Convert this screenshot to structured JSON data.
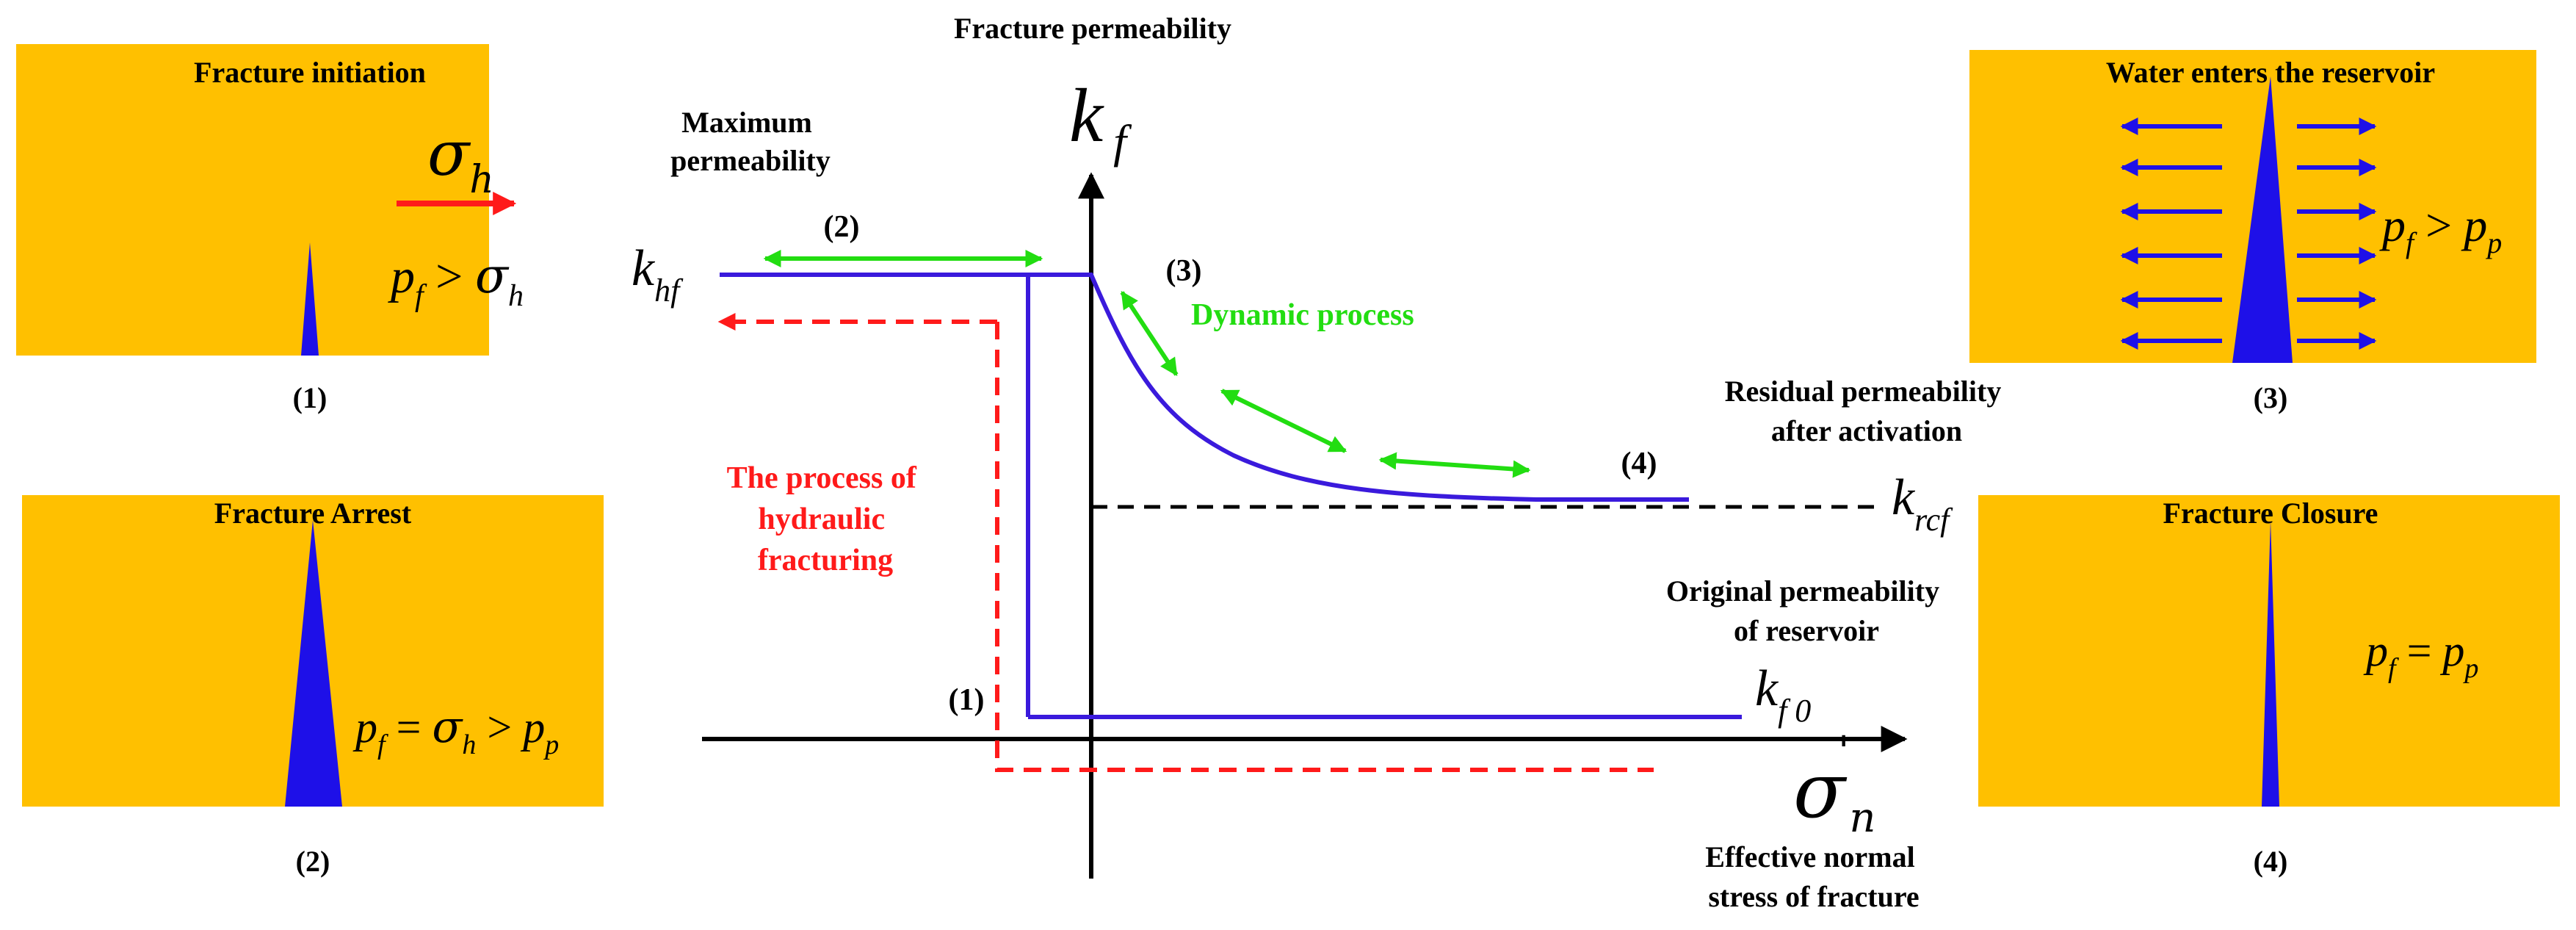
{
  "colors": {
    "panel": "#FFC000",
    "fracture": "#1E10E8",
    "curve": "#3A1ADC",
    "hydraulic": "#FF1A1A",
    "arrow_green": "#22DD11",
    "dynamic_text": "#22DD11",
    "stress_arrow": "#FF1A1A",
    "axis": "#000000"
  },
  "panels": {
    "initiation": {
      "title": "Fracture initiation",
      "caption": "(1)",
      "stress": "σ",
      "stress_sub": "h",
      "eq_lhs": "p",
      "eq_lhs_sub": "f",
      "eq_op": " > ",
      "eq_rhs": "σ",
      "eq_rhs_sub": "h"
    },
    "arrest": {
      "title": "Fracture Arrest",
      "caption": "(2)",
      "p": "p",
      "p_sub": "f",
      "op1": " = ",
      "sigma": "σ",
      "sigma_sub": "h",
      "op2": " > ",
      "pp": "p",
      "pp_sub": "p"
    },
    "water": {
      "title": "Water enters the reservoir",
      "caption": "(3)",
      "p": "p",
      "p_sub": "f",
      "op": " > ",
      "pp": "p",
      "pp_sub": "p"
    },
    "closure": {
      "title": "Fracture Closure",
      "caption": "(4)",
      "p": "p",
      "p_sub": "f",
      "op": " = ",
      "pp": "p",
      "pp_sub": "p"
    }
  },
  "chart": {
    "top_title": "Fracture permeability",
    "y_symbol": "k",
    "y_symbol_sub": "f",
    "max_label_1": "Maximum",
    "max_label_2": "permeability",
    "khf": "k",
    "khf_sub": "hf",
    "stage_2": "(2)",
    "stage_3": "(3)",
    "stage_4": "(4)",
    "stage_1": "(1)",
    "dynamic": "Dynamic process",
    "residual_1": "Residual permeability",
    "residual_2": "after activation",
    "krcf": "k",
    "krcf_sub": "rcf",
    "hydraulic_1": "The process of",
    "hydraulic_2": "hydraulic",
    "hydraulic_3": "fracturing",
    "original_1": "Original permeability",
    "original_2": "of reservoir",
    "kf0": "k",
    "kf0_sub": "f 0",
    "x_symbol": "σ",
    "x_prime": "'",
    "x_sub": "n",
    "x_label_1": "Effective normal",
    "x_label_2": "stress of fracture"
  }
}
